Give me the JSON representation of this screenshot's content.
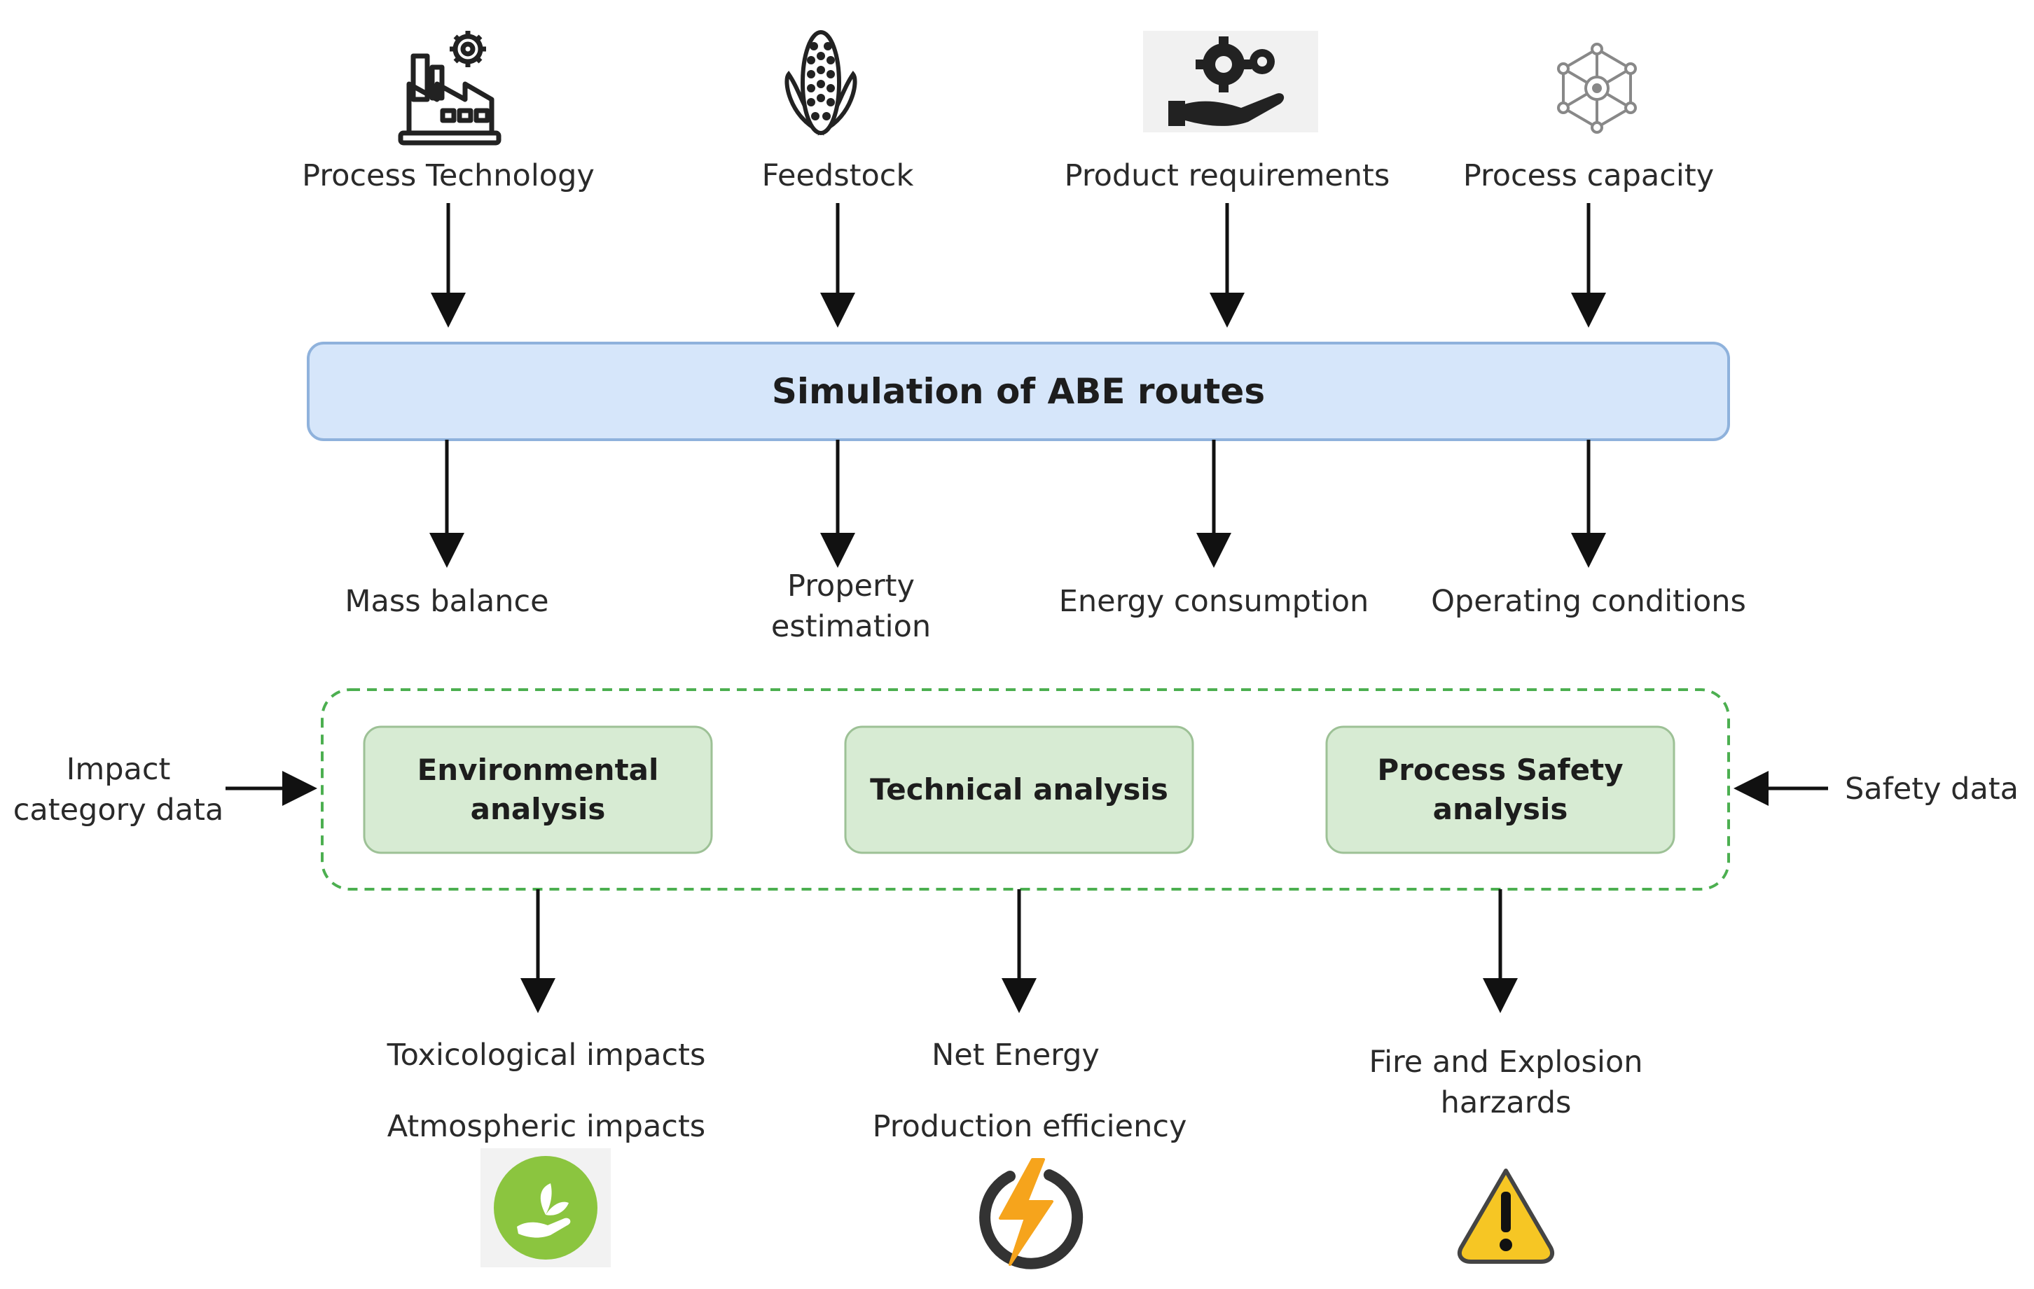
{
  "inputs": {
    "process_technology": "Process Technology",
    "feedstock": "Feedstock",
    "product_requirements": "Product requirements",
    "process_capacity": "Process capacity"
  },
  "simulation": {
    "title": "Simulation of ABE routes"
  },
  "outputs": {
    "mass_balance": "Mass balance",
    "property_estimation": "Property estimation",
    "energy_consumption": "Energy consumption",
    "operating_conditions": "Operating conditions"
  },
  "side_inputs": {
    "impact_category_data": "Impact category data",
    "safety_data": "Safety data"
  },
  "analyses": {
    "environmental": "Environmental analysis",
    "technical": "Technical analysis",
    "process_safety": "Process Safety analysis"
  },
  "results": {
    "toxicological": "Toxicological impacts",
    "atmospheric": "Atmospheric impacts",
    "net_energy": "Net Energy",
    "production_efficiency": "Production efficiency",
    "fire_explosion": "Fire and Explosion harzards"
  },
  "icons": {
    "factory": "factory-icon",
    "corn": "corn-icon",
    "gear_hand": "gear-hand-icon",
    "network": "network-icon",
    "eco": "eco-hand-icon",
    "energy": "energy-bolt-icon",
    "warning": "warning-icon"
  },
  "colors": {
    "simulation_fill": "#d6e6fa",
    "simulation_stroke": "#8fb2dc",
    "analysis_fill": "#d7ebd3",
    "analysis_stroke": "#9dc196",
    "group_stroke": "#4caf50",
    "eco_green": "#8bc53f",
    "bolt_orange": "#f6a41c",
    "warning_yellow": "#f6c624"
  }
}
